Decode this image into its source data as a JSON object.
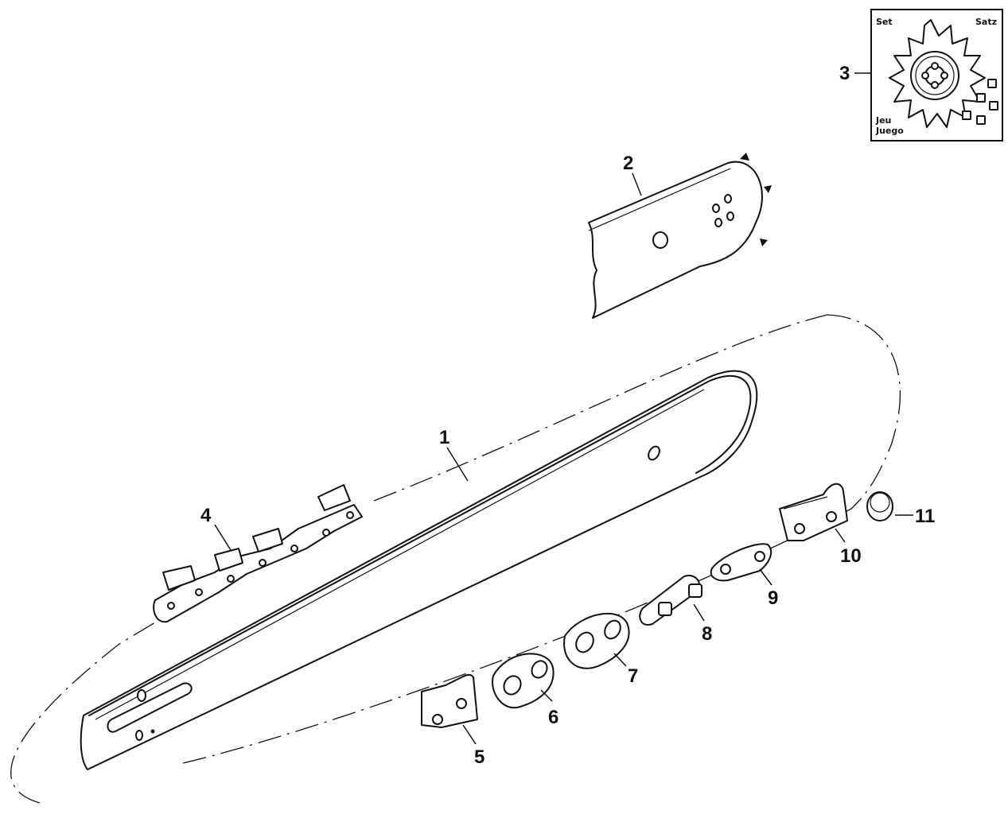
{
  "callouts": {
    "c1": "1",
    "c2": "2",
    "c3": "3",
    "c4": "4",
    "c5": "5",
    "c6": "6",
    "c7": "7",
    "c8": "8",
    "c9": "9",
    "c10": "10",
    "c11": "11"
  },
  "sprocket_box": {
    "label_top_left": "Set",
    "label_top_right": "Satz",
    "label_bottom_1": "Jeu",
    "label_bottom_2": "Juego"
  }
}
